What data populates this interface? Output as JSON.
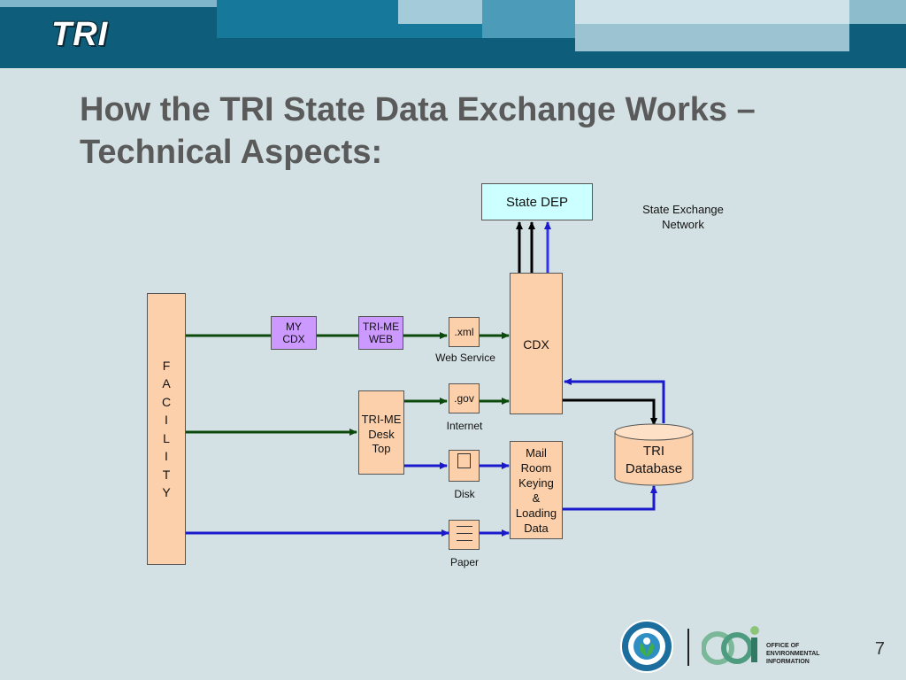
{
  "header": {
    "logo_text": "TRI"
  },
  "slide": {
    "title": "How the TRI State Data Exchange  Works –\nTechnical Aspects:",
    "page_number": "7"
  },
  "diagram": {
    "state_dep": "State DEP",
    "state_exchange_network": "State Exchange\nNetwork",
    "facility": "F\nA\nC\nI\nL\nI\nT\nY",
    "my_cdx": "MY\nCDX",
    "tri_me_web": "TRI-ME\nWEB",
    "xml": ".xml",
    "web_service": "Web Service",
    "cdx": "CDX",
    "gov": ".gov",
    "internet": "Internet",
    "tri_me_desktop": "TRI-ME\nDesk\nTop",
    "disk": "Disk",
    "paper": "Paper",
    "mail_room": "Mail\nRoom\nKeying\n&\nLoading\nData",
    "tri_database": "TRI\nDatabase"
  },
  "footer": {
    "oei_logo": "oei",
    "oei_text": "OFFICE OF\nENVIRONMENTAL\nINFORMATION",
    "epa_seal": "United States Environmental Protection Agency"
  },
  "colors": {
    "banner": "#0e5d7a",
    "green_arrow": "#0b4a0b",
    "blue_arrow": "#1a1acc",
    "peach": "#fcd0ab",
    "purple": "#cc99ff",
    "cyan": "#ccffff"
  }
}
